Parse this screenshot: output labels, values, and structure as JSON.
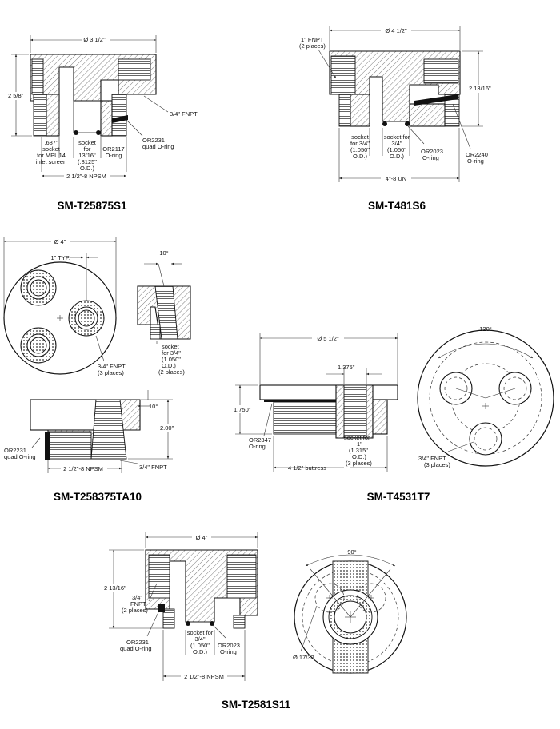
{
  "diagrams": [
    {
      "id": "sm-t25875s1",
      "title": "SM-T25875S1",
      "labels": {
        "diameter": "Ø 3 1/2\"",
        "height": "2 5/8\"",
        "fnpt": "3/4\" FNPT",
        "socket_left": [
          ".687\"",
          "socket",
          "for MPU14",
          "inlet screen"
        ],
        "socket_right": [
          "socket",
          "for",
          "13/16\"",
          "(.8125\"",
          "O.D.)"
        ],
        "oring_small": [
          "OR2117",
          "O-ring"
        ],
        "oring_quad": [
          "OR2231",
          "quad O-ring"
        ],
        "thread": "2 1/2\"-8 NPSM"
      }
    },
    {
      "id": "sm-t481s6",
      "title": "SM-T481S6",
      "labels": {
        "diameter": "Ø 4 1/2\"",
        "fnpt": [
          "1\" FNPT",
          "(2 places)"
        ],
        "height": "2 13/16\"",
        "socket": [
          "socket",
          "for 3/4\"",
          "(1.050\"",
          "O.D.)"
        ],
        "socket2": [
          "socket for",
          "3/4\"",
          "(1.050\"",
          "O.D.)"
        ],
        "oring_a": [
          "OR2023",
          "O-ring"
        ],
        "oring_b": [
          "OR2240",
          "O-ring"
        ],
        "thread": "4\"-8 UN"
      }
    },
    {
      "id": "sm-t258375ta10",
      "title": "SM-T258375TA10",
      "labels": {
        "diameter": "Ø 4\"",
        "spacing": "1\" TYP.",
        "angle": "10°",
        "angle2": "10°",
        "fnpt_top": [
          "3/4\" FNPT",
          "(3 places)"
        ],
        "socket": [
          "socket",
          "for 3/4\"",
          "(1.050\"",
          "O.D.)",
          "(2 places)"
        ],
        "height": "2.00\"",
        "oring": [
          "OR2231",
          "quad O-ring"
        ],
        "thread": "2 1/2\"-8 NPSM",
        "fnpt": "3/4\" FNPT"
      }
    },
    {
      "id": "sm-t4531t7",
      "title": "SM-T4531T7",
      "labels": {
        "diameter": "Ø 5 1/2\"",
        "inner": "1.375\"",
        "height": "1.750\"",
        "oring": [
          "OR2347",
          "O-ring"
        ],
        "socket": [
          "socket for",
          "1\"",
          "(1.315\"",
          "O.D.)",
          "(3 places)"
        ],
        "thread": "4 1/2\" buttress",
        "angle": "120°",
        "fnpt": [
          "3/4\" FNPT",
          "(3 places)"
        ]
      }
    },
    {
      "id": "sm-t2581s11",
      "title": "SM-T2581S11",
      "labels": {
        "diameter": "Ø 4\"",
        "height": "2 13/16\"",
        "fnpt": [
          "3/4\"",
          "FNPT",
          "(2 places)"
        ],
        "oring_quad": [
          "OR2231",
          "quad O-ring"
        ],
        "socket": [
          "socket for",
          "3/4\"",
          "(1.050\"",
          "O.D.)"
        ],
        "oring": [
          "OR2023",
          "O-ring"
        ],
        "thread": "2 1/2\"-8 NPSM",
        "angle": "90°",
        "hole": "Ø 17/32"
      }
    }
  ]
}
